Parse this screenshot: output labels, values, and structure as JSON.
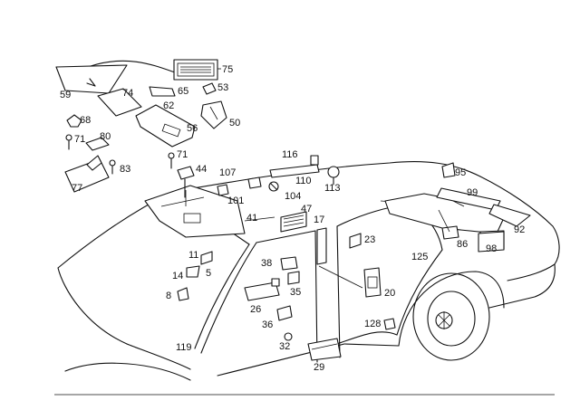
{
  "labels": {
    "l75": "75",
    "l59": "59",
    "l74": "74",
    "l65": "65",
    "l53": "53",
    "l62": "62",
    "l68": "68",
    "l56": "56",
    "l50": "50",
    "l71a": "71",
    "l80": "80",
    "l71b": "71",
    "l83": "83",
    "l77": "77",
    "l44": "44",
    "l116": "116",
    "l107": "107",
    "l95": "95",
    "l110": "110",
    "l113": "113",
    "l101": "101",
    "l104": "104",
    "l99": "99",
    "l47": "47",
    "l41": "41",
    "l17": "17",
    "l23": "23",
    "l86": "86",
    "l92": "92",
    "l98": "98",
    "l11": "11",
    "l38": "38",
    "l125": "125",
    "l14": "14",
    "l5": "5",
    "l35": "35",
    "l20": "20",
    "l8": "8",
    "l26": "26",
    "l36": "36",
    "l128": "128",
    "l32": "32",
    "l119": "119",
    "l29": "29"
  }
}
